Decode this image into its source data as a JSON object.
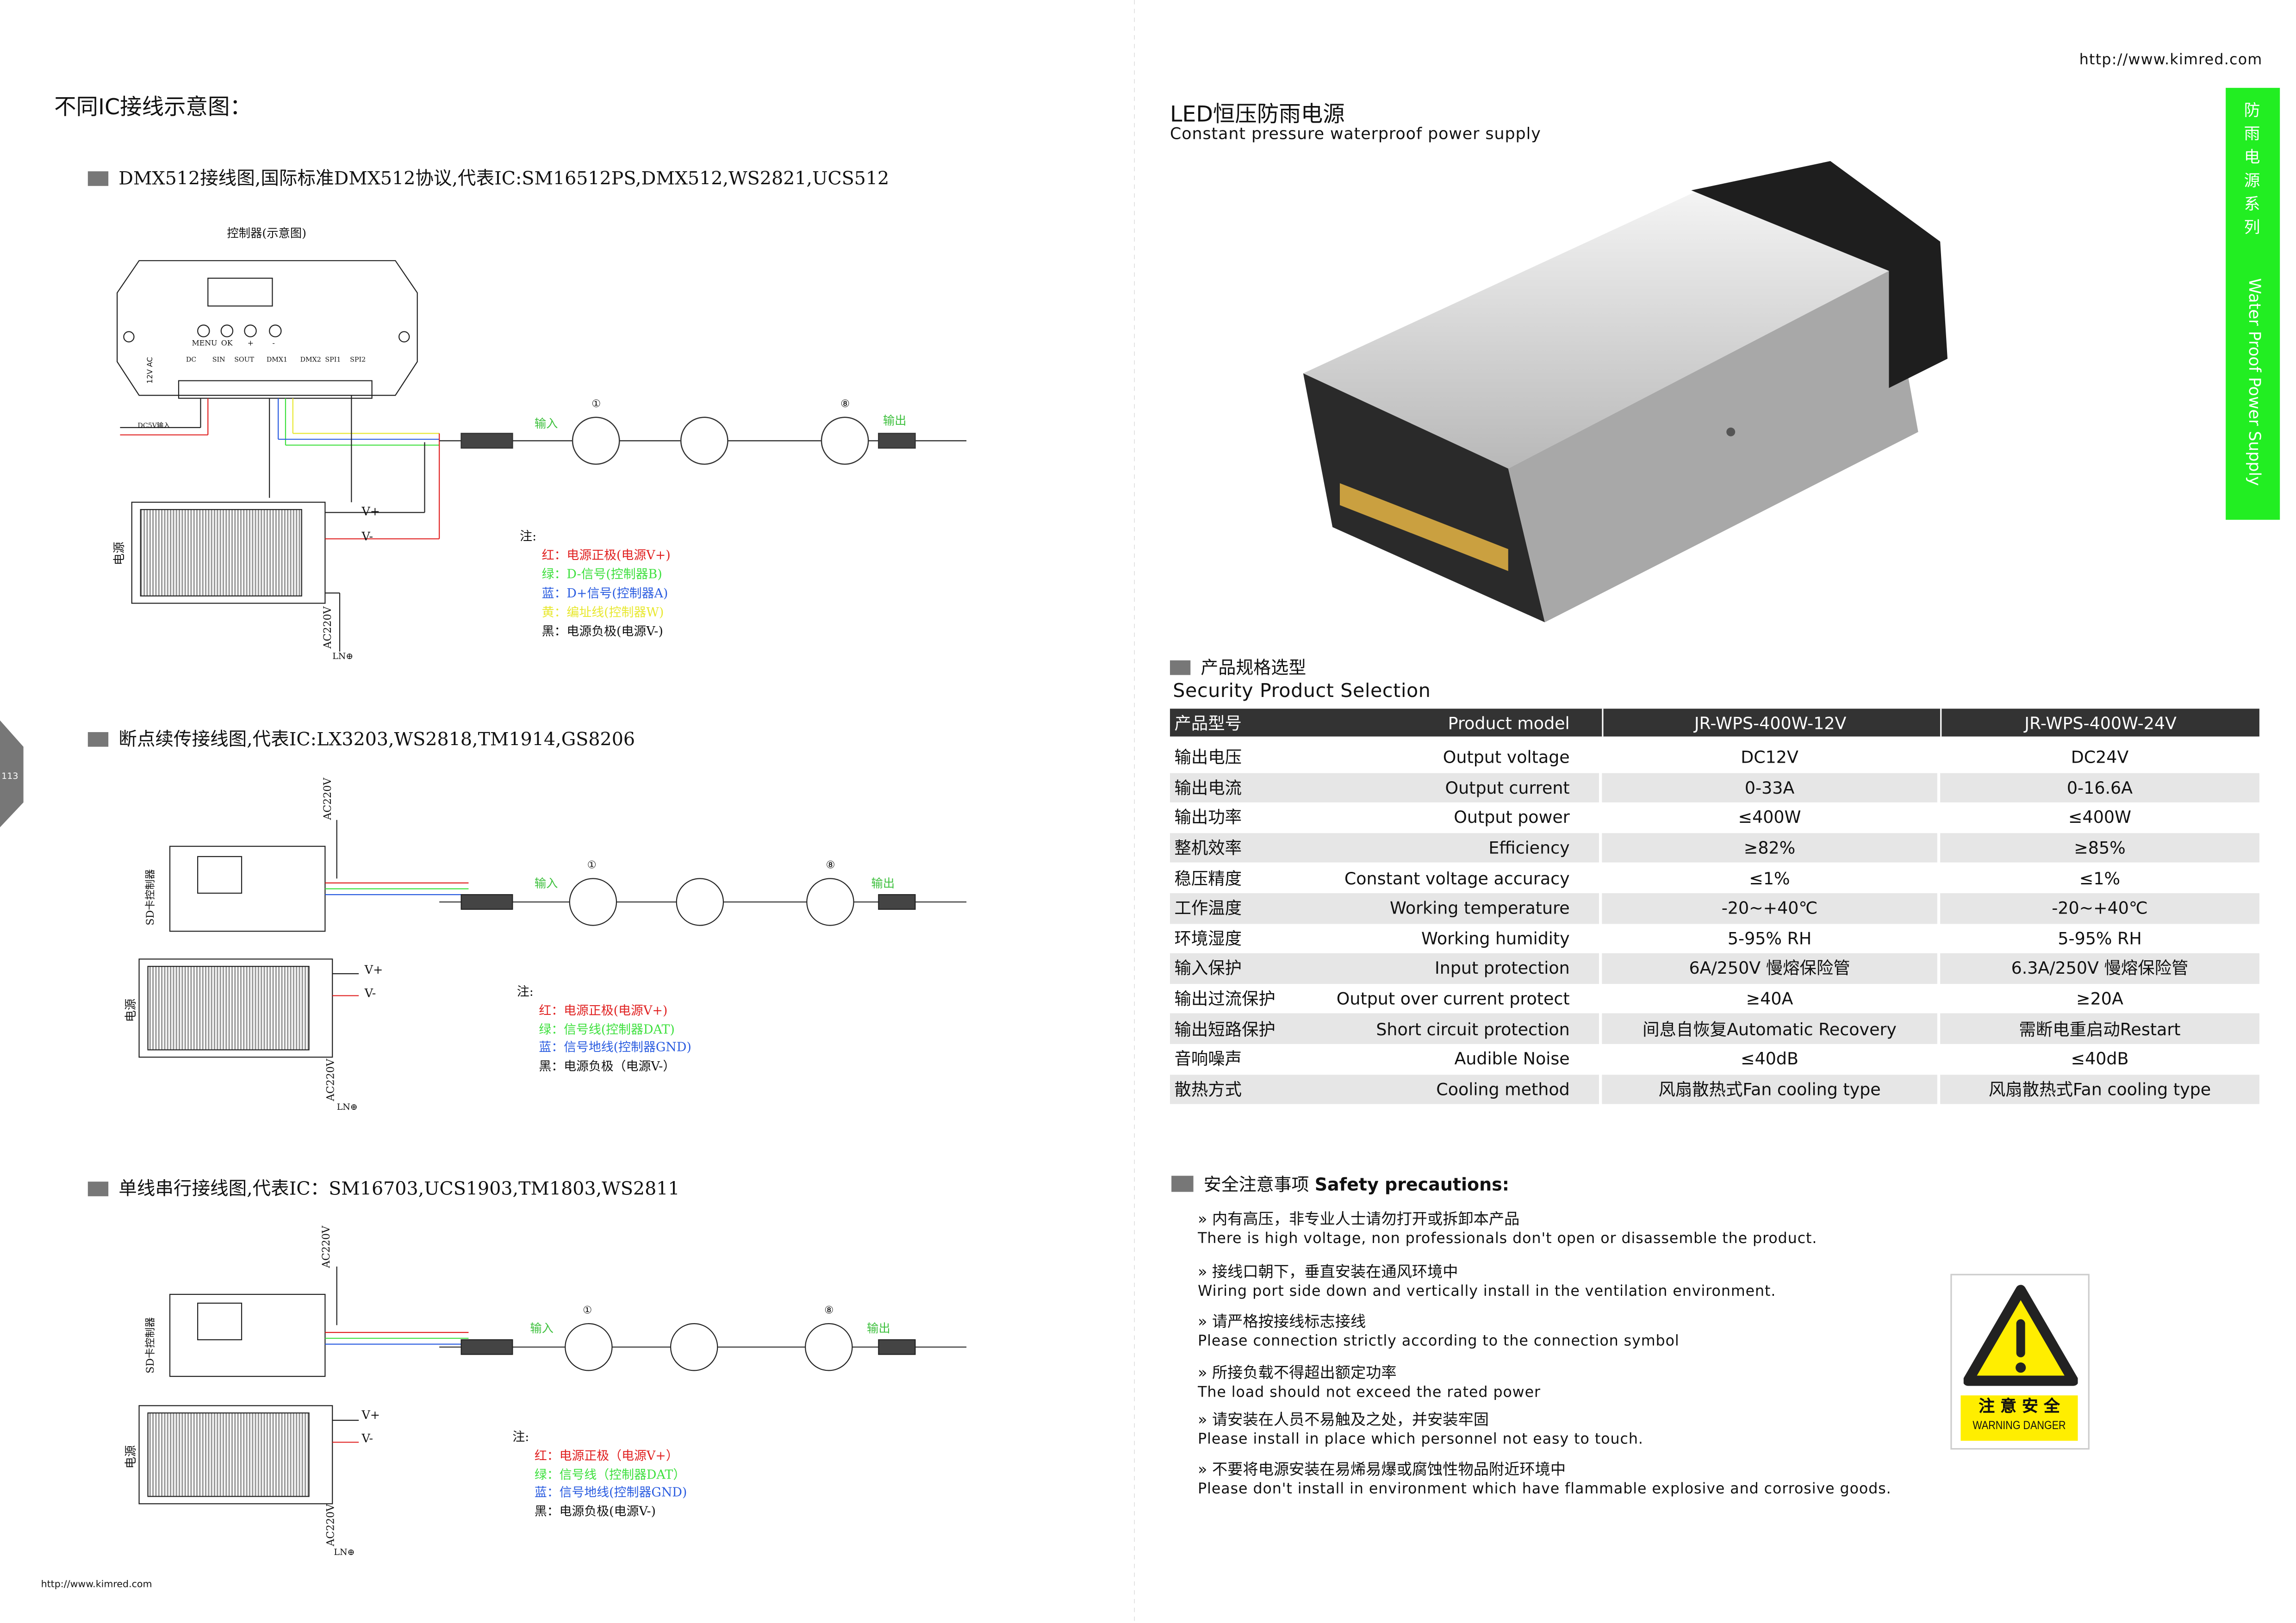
{
  "left": {
    "title": "不同IC接线示意图：",
    "sections": [
      {
        "heading": "DMX512接线图,国际标准DMX512协议,代表IC:SM16512PS,DMX512,WS2821,UCS512",
        "controller_label": "控制器(示意图)",
        "buttons": [
          "MENU",
          "OK",
          "+",
          "-"
        ],
        "ports": [
          "DC",
          "SIN",
          "SOUT",
          "DMX1",
          "DMX2",
          "SPI1",
          "SPI2"
        ],
        "side_label": "12V AC",
        "dc_input": "DC5V输入",
        "in_label": "输入",
        "out_label": "输出",
        "first": "①",
        "last": "⑧",
        "psu_label": "电源",
        "ac_label": "AC220V",
        "ln_label": "LN⊕",
        "vplus": "V+",
        "vminus": "V-",
        "note_title": "注:",
        "notes": [
          {
            "text": "红：电源正极(电源V+)",
            "color": "#e02020"
          },
          {
            "text": "绿：D-信号(控制器B)",
            "color": "#3ee03e"
          },
          {
            "text": "蓝：D+信号(控制器A)",
            "color": "#2a5ce0"
          },
          {
            "text": "黄：编址线(控制器W)",
            "color": "#e8e830"
          },
          {
            "text": "黑：电源负极(电源V-)",
            "color": "#111111"
          }
        ]
      },
      {
        "heading": "断点续传接线图,代表IC:LX3203,WS2818,TM1914,GS8206",
        "controller_label": "SD卡控制器",
        "in_label": "输入",
        "out_label": "输出",
        "first": "①",
        "last": "⑧",
        "psu_label": "电源",
        "ac_label": "AC220V",
        "ln_label": "LN⊕",
        "vplus": "V+",
        "vminus": "V-",
        "note_title": "注:",
        "notes": [
          {
            "text": "红：电源正极(电源V+)",
            "color": "#e02020"
          },
          {
            "text": "绿：信号线(控制器DAT)",
            "color": "#3ee03e"
          },
          {
            "text": "蓝：信号地线(控制器GND)",
            "color": "#2a5ce0"
          },
          {
            "text": "黑：电源负极（电源V-）",
            "color": "#111111"
          }
        ]
      },
      {
        "heading": "单线串行接线图,代表IC：SM16703,UCS1903,TM1803,WS2811",
        "controller_label": "SD卡控制器",
        "in_label": "输入",
        "out_label": "输出",
        "first": "①",
        "last": "⑧",
        "psu_label": "电源",
        "ac_label": "AC220V",
        "ln_label": "LN⊕",
        "vplus": "V+",
        "vminus": "V-",
        "note_title": "注:",
        "notes": [
          {
            "text": "红：电源正极（电源V+）",
            "color": "#e02020"
          },
          {
            "text": "绿：信号线（控制器DAT）",
            "color": "#3ee03e"
          },
          {
            "text": "蓝：信号地线(控制器GND)",
            "color": "#2a5ce0"
          },
          {
            "text": "黑：电源负极(电源V-)",
            "color": "#111111"
          }
        ]
      }
    ],
    "footer_url": "http://www.kimred.com",
    "page_number": "113"
  },
  "right": {
    "url": "http://www.kimred.com",
    "side_tab_cn": "防雨电源系列",
    "side_tab_en": "Water Proof Power Supply",
    "title": "LED恒压防雨电源",
    "subtitle": "Constant pressure waterproof power supply",
    "spec_heading_cn": "产品规格选型",
    "spec_heading_en": "Security Product Selection",
    "table": {
      "header": {
        "cn": "产品型号",
        "en": "Product model",
        "m1": "JR-WPS-400W-12V",
        "m2": "JR-WPS-400W-24V"
      },
      "rows": [
        {
          "cn": "输出电压",
          "en": "Output voltage",
          "m1": "DC12V",
          "m2": "DC24V"
        },
        {
          "cn": "输出电流",
          "en": "Output current",
          "m1": "0-33A",
          "m2": "0-16.6A"
        },
        {
          "cn": "输出功率",
          "en": "Output power",
          "m1": "≤400W",
          "m2": "≤400W"
        },
        {
          "cn": "整机效率",
          "en": "Efficiency",
          "m1": "≥82%",
          "m2": "≥85%"
        },
        {
          "cn": "稳压精度",
          "en": "Constant voltage accuracy",
          "m1": "≤1%",
          "m2": "≤1%"
        },
        {
          "cn": "工作温度",
          "en": "Working temperature",
          "m1": "-20~+40℃",
          "m2": "-20~+40℃"
        },
        {
          "cn": "环境湿度",
          "en": "Working humidity",
          "m1": "5-95% RH",
          "m2": "5-95% RH"
        },
        {
          "cn": "输入保护",
          "en": "Input protection",
          "m1": "6A/250V   慢熔保险管",
          "m2": "6.3A/250V    慢熔保险管"
        },
        {
          "cn": "输出过流保护",
          "en": "Output over current protect",
          "m1": "≥40A",
          "m2": "≥20A"
        },
        {
          "cn": "输出短路保护",
          "en": "Short circuit protection",
          "m1": "间息自恢复Automatic Recovery",
          "m2": "需断电重启动Restart"
        },
        {
          "cn": "音响噪声",
          "en": "Audible Noise",
          "m1": "≤40dB",
          "m2": "≤40dB"
        },
        {
          "cn": "散热方式",
          "en": "Cooling method",
          "m1": "风扇散热式Fan cooling type",
          "m2": "风扇散热式Fan cooling type"
        }
      ]
    },
    "safety": {
      "heading_cn": "安全注意事项",
      "heading_en": "Safety precautions:",
      "items": [
        {
          "cn": "» 内有高压，非专业人士请勿打开或拆卸本产品",
          "en": "There is high voltage, non professionals don't open or disassemble the product."
        },
        {
          "cn": "» 接线口朝下，垂直安装在通风环境中",
          "en": "Wiring port side down and vertically install in the ventilation environment."
        },
        {
          "cn": "» 请严格按接线标志接线",
          "en": "Please connection strictly according to the connection symbol"
        },
        {
          "cn": "» 所接负载不得超出额定功率",
          "en": "The load should not exceed the rated power"
        },
        {
          "cn": "» 请安装在人员不易触及之处，并安装牢固",
          "en": "Please install in place which personnel not easy to touch."
        },
        {
          "cn": "» 不要将电源安装在易烯易爆或腐蚀性物品附近环境中",
          "en": "Please don't install in environment which have flammable explosive and corrosive goods."
        }
      ],
      "sign_cn": "注 意 安 全",
      "sign_en": "WARNING DANGER"
    },
    "colors": {
      "accent_green": "#22ee22",
      "table_header": "#333333",
      "row_shade": "#e6e6e6"
    }
  }
}
